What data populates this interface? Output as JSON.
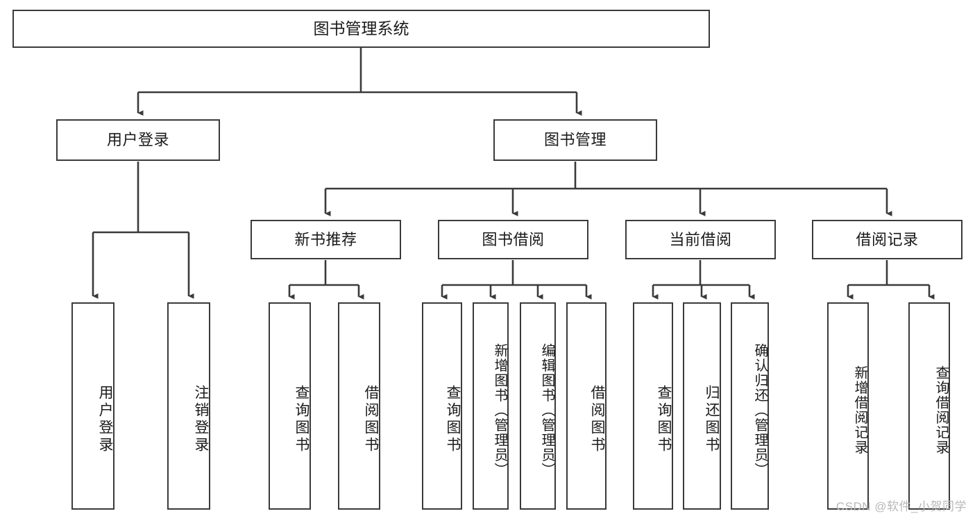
{
  "diagram": {
    "title": "图书管理系统",
    "type": "tree",
    "root": {
      "label": "图书管理系统"
    },
    "level2": [
      {
        "label": "用户登录"
      },
      {
        "label": "图书管理"
      }
    ],
    "level3": [
      {
        "label": "新书推荐"
      },
      {
        "label": "图书借阅"
      },
      {
        "label": "当前借阅"
      },
      {
        "label": "借阅记录"
      }
    ],
    "leaves": {
      "user_login": [
        {
          "label": "用户登录"
        },
        {
          "label": "注销登录"
        }
      ],
      "new_book_recommend": [
        {
          "label": "查询图书"
        },
        {
          "label": "借阅图书"
        }
      ],
      "book_borrow": [
        {
          "label": "查询图书"
        },
        {
          "label": "新增图书（管理员）"
        },
        {
          "label": "编辑图书（管理员）"
        },
        {
          "label": "借阅图书"
        }
      ],
      "current_borrow": [
        {
          "label": "查询图书"
        },
        {
          "label": "归还图书"
        },
        {
          "label": "确认归还（管理员）"
        }
      ],
      "borrow_record": [
        {
          "label": "新增借阅记录"
        },
        {
          "label": "查询借阅记录"
        }
      ]
    }
  },
  "watermark": {
    "text": "CSDN @软件_小贺同学"
  },
  "colors": {
    "stroke": "#3a3a3a",
    "text": "#1a1a1a",
    "background": "#ffffff",
    "watermark": "#b8b8b8"
  }
}
